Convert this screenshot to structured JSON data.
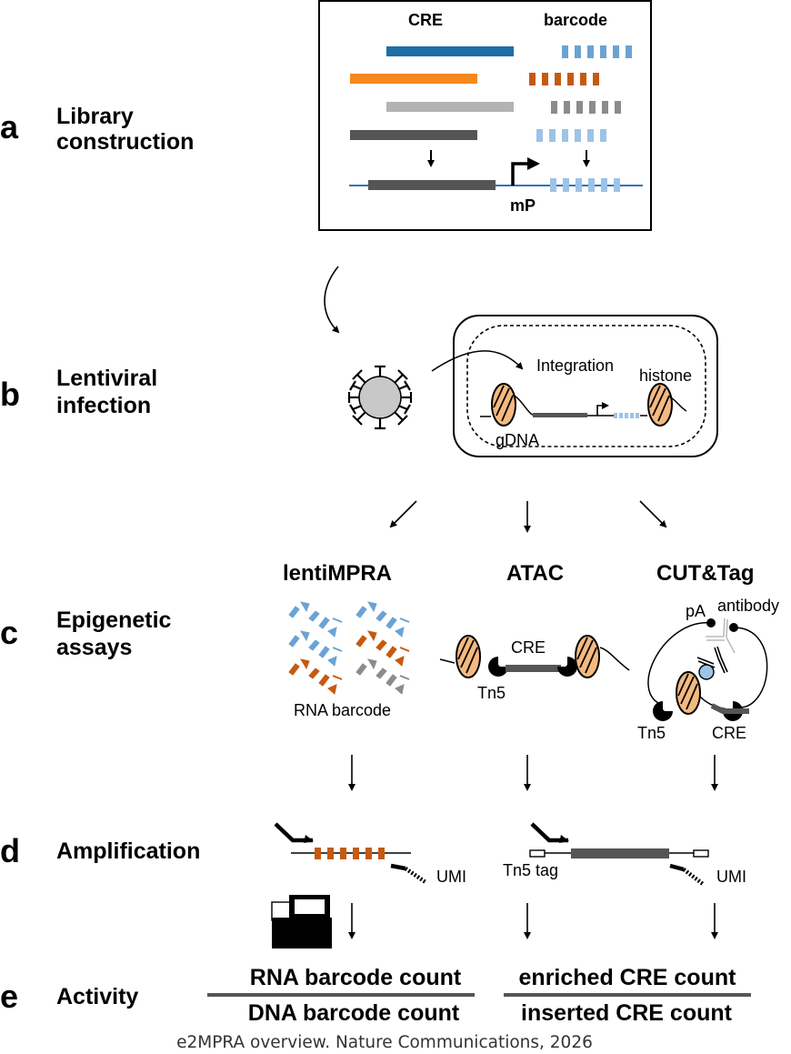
{
  "figure": {
    "caption": "e2MPRA overview. Nature Communications, 2026",
    "colors": {
      "cre_blue": "#1f6ea6",
      "cre_orange": "#f5891f",
      "cre_lightgray": "#b3b3b3",
      "cre_darkgray": "#555555",
      "barcode_lightblue": "#9dc3e6",
      "barcode_blue": "#6aa3d3",
      "barcode_rust": "#c55a11",
      "barcode_gray": "#8c8c8c",
      "histone_fill": "#f4b97f",
      "protein_a_blue": "#9dc3e6",
      "backbone": "#2e75b6"
    }
  },
  "panels": {
    "a": {
      "letter": "a",
      "title_line1": "Library",
      "title_line2": "construction",
      "col_cre": "CRE",
      "col_barcode": "barcode",
      "promoter": "mP"
    },
    "b": {
      "letter": "b",
      "title_line1": "Lentiviral",
      "title_line2": "infection",
      "integration": "Integration",
      "histone": "histone",
      "gdna": "gDNA",
      "virus_icon": "virus-icon",
      "cell_icon": "cell-nucleus-icon"
    },
    "c": {
      "letter": "c",
      "title_line1": "Epigenetic",
      "title_line2": "assays",
      "assays": [
        {
          "name": "lentiMPRA",
          "labels": [
            "RNA barcode"
          ]
        },
        {
          "name": "ATAC",
          "labels": [
            "CRE",
            "Tn5"
          ]
        },
        {
          "name": "CUT&Tag",
          "labels": [
            "pA",
            "antibody",
            "Tn5",
            "CRE"
          ]
        }
      ]
    },
    "d": {
      "letter": "d",
      "title": "Amplification",
      "umi_left": "UMI",
      "tn5_tag": "Tn5 tag",
      "umi_right": "UMI",
      "sequencer_icon": "sequencer-icon"
    },
    "e": {
      "letter": "e",
      "title": "Activity",
      "fractions": [
        {
          "numerator": "RNA barcode count",
          "denominator": "DNA barcode count"
        },
        {
          "numerator": "enriched CRE count",
          "denominator": "inserted CRE count"
        }
      ]
    }
  }
}
